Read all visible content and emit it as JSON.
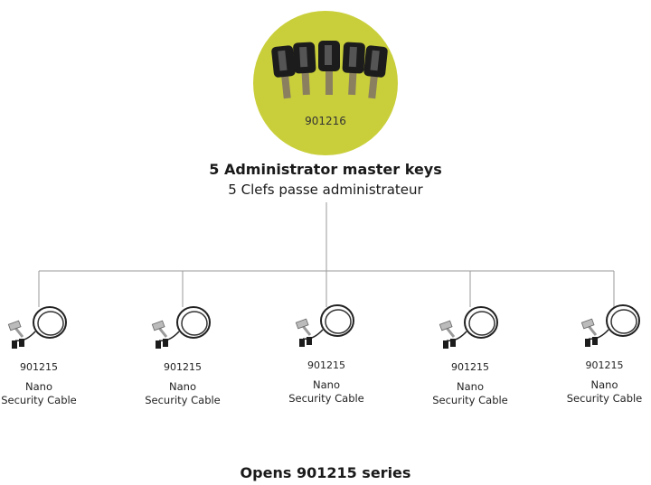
{
  "master": {
    "code": "901216",
    "title": "5 Administrator master keys",
    "subtitle": "5 Clefs passe administrateur",
    "circle_color": "#c9cf3a",
    "icon": "master-keys-icon"
  },
  "cables": [
    {
      "code": "901215",
      "name_line1": "Nano",
      "name_line2": "Security Cable",
      "icon": "security-cable-lock-icon"
    },
    {
      "code": "901215",
      "name_line1": "Nano",
      "name_line2": "Security Cable",
      "icon": "security-cable-lock-icon"
    },
    {
      "code": "901215",
      "name_line1": "Nano",
      "name_line2": "Security Cable",
      "icon": "security-cable-lock-icon"
    },
    {
      "code": "901215",
      "name_line1": "Nano",
      "name_line2": "Security Cable",
      "icon": "security-cable-lock-icon"
    },
    {
      "code": "901215",
      "name_line1": "Nano",
      "name_line2": "Security Cable",
      "icon": "security-cable-lock-icon"
    }
  ],
  "footer": "Opens 901215 series"
}
